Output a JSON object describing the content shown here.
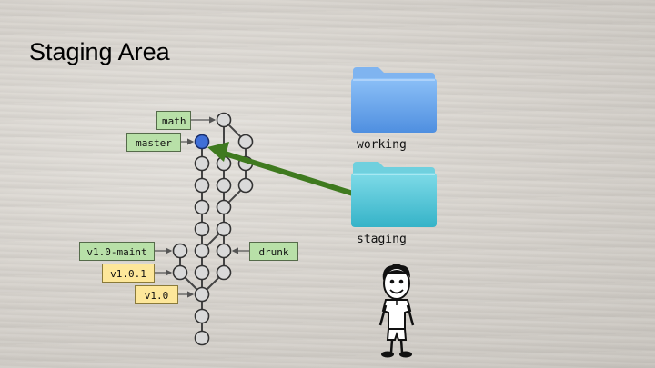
{
  "title": "Staging Area",
  "branches": {
    "math": "math",
    "master": "master",
    "maint": "v1.0-maint",
    "drunk": "drunk"
  },
  "tags": {
    "v101": "v1.0.1",
    "v10": "v1.0"
  },
  "folders": {
    "working": "working",
    "staging": "staging"
  },
  "colors": {
    "branch_tag": "#b8e0a8",
    "version_tag": "#fde79a",
    "head_commit": "#3f6fd8",
    "arrow": "#3f7a1f",
    "working_folder": "#6aa6f0",
    "staging_folder": "#4fc4d8"
  }
}
